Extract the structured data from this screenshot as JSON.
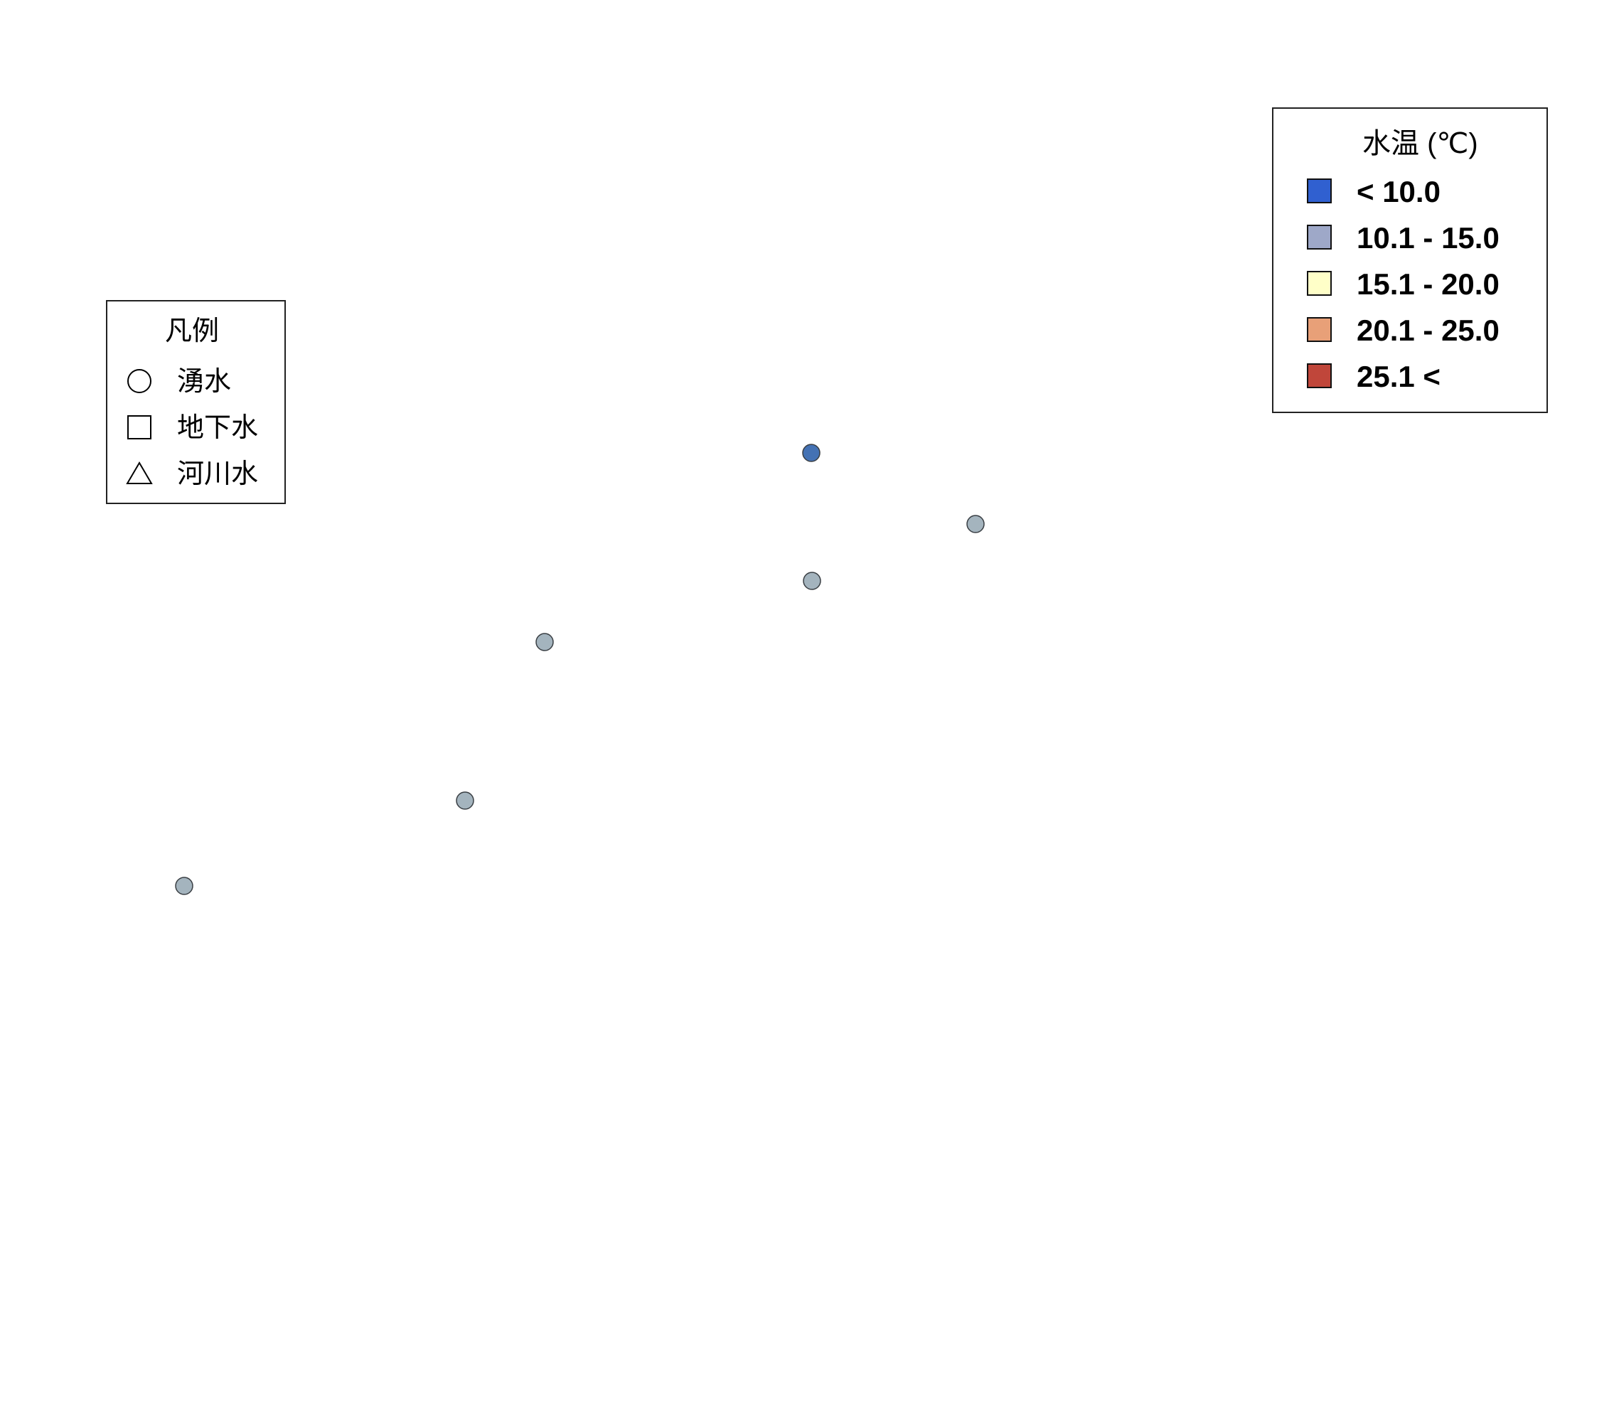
{
  "symbol_legend": {
    "title": "凡例",
    "items": [
      {
        "shape": "circle",
        "label": "湧水"
      },
      {
        "shape": "square",
        "label": "地下水"
      },
      {
        "shape": "triangle",
        "label": "河川水"
      }
    ]
  },
  "temperature_legend": {
    "title": "水温 (℃)",
    "classes": [
      {
        "label": "< 10.0",
        "color": "#3060d0"
      },
      {
        "label": "10.1 - 15.0",
        "color": "#9ea8c8"
      },
      {
        "label": "15.1 - 20.0",
        "color": "#ffffc8"
      },
      {
        "label": "20.1 - 25.0",
        "color": "#e8a078"
      },
      {
        "label": "25.1 <",
        "color": "#c0463a"
      }
    ]
  },
  "points": [
    {
      "type": "湧水",
      "class": "< 10.0",
      "color": "#4472b4"
    },
    {
      "type": "湧水",
      "class": "10.1 - 15.0",
      "color": "#a4b4be"
    },
    {
      "type": "湧水",
      "class": "10.1 - 15.0",
      "color": "#a4b4be"
    },
    {
      "type": "湧水",
      "class": "10.1 - 15.0",
      "color": "#a4b4be"
    },
    {
      "type": "湧水",
      "class": "10.1 - 15.0",
      "color": "#a4b4be"
    },
    {
      "type": "湧水",
      "class": "10.1 - 15.0",
      "color": "#a4b4be"
    }
  ]
}
